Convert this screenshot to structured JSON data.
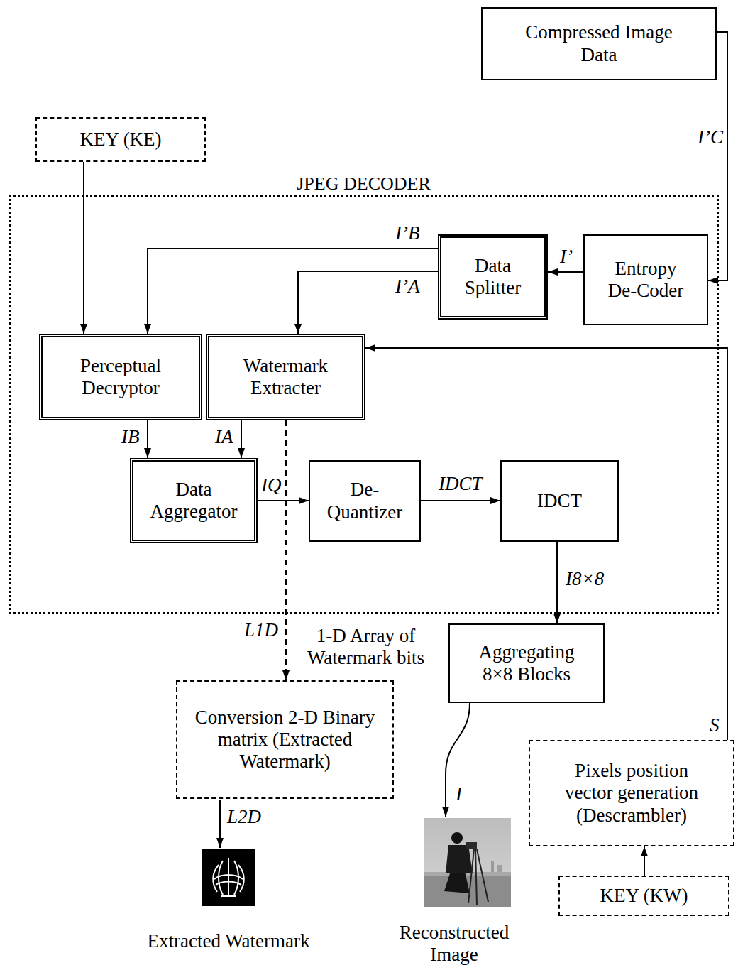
{
  "diagram": {
    "nodes": [
      {
        "text": [
          "Compressed Image Data"
        ]
      },
      {
        "text": [
          "KEY (KE)"
        ]
      },
      {
        "text": [
          "JPEG DECODER"
        ]
      },
      {
        "text": [
          "Data Splitter"
        ],
        "in": 2
      },
      {
        "text": [
          "Entropy De-Coder"
        ],
        "in": 2
      },
      {
        "text": [
          "Perceptual Decryptor"
        ],
        "in": 2
      },
      {
        "text": [
          "Watermark Extracter"
        ],
        "in": 2
      },
      {
        "text": [
          "Data Aggregator"
        ],
        "in": 2
      },
      {
        "text": [
          "De-Quantizer"
        ],
        "in": 2
      },
      {
        "text": [
          "IDCT"
        ],
        "in": 2
      },
      {
        "text": [
          "Aggregating 8×8 Blocks"
        ]
      },
      {
        "text": [
          "Conversion 2-D Binary matrix (Extracted Watermark)"
        ]
      },
      {
        "text": [
          "Pixels position vector generation (Descrambler)"
        ]
      },
      {
        "text": [
          "KEY (KW)"
        ]
      }
    ],
    "edges": [
      {
        "from": 0,
        "to": 4,
        "arrow": "to",
        "label": "I’C"
      },
      {
        "from": 4,
        "to": 3,
        "arrow": "to",
        "label": "I’"
      },
      {
        "from": 3,
        "to": 5,
        "arrow": "to",
        "label": "I’B"
      },
      {
        "from": 3,
        "to": 6,
        "arrow": "to",
        "label": "I’A"
      },
      {
        "from": 1,
        "to": 5,
        "arrow": "to"
      },
      {
        "from": 12,
        "to": 6,
        "arrow": "to",
        "label": "S"
      },
      {
        "from": 5,
        "to": 7,
        "arrow": "to",
        "label": "IB"
      },
      {
        "from": 6,
        "to": 7,
        "arrow": "to",
        "label": "IA"
      },
      {
        "from": 7,
        "to": 8,
        "arrow": "to",
        "label": "IQ"
      },
      {
        "from": 8,
        "to": 9,
        "arrow": "to",
        "label": "IDCT"
      },
      {
        "from": 9,
        "to": 10,
        "arrow": "to",
        "label": "I8×8"
      },
      {
        "from": 6,
        "to": 11,
        "arrow": "to",
        "label": "L1D"
      },
      {
        "from": 13,
        "to": 12,
        "arrow": "to"
      }
    ],
    "labels": [
      "1-D Array of Watermark bits",
      "L2D",
      "I",
      "Extracted Watermark",
      "Reconstructed Image"
    ]
  }
}
